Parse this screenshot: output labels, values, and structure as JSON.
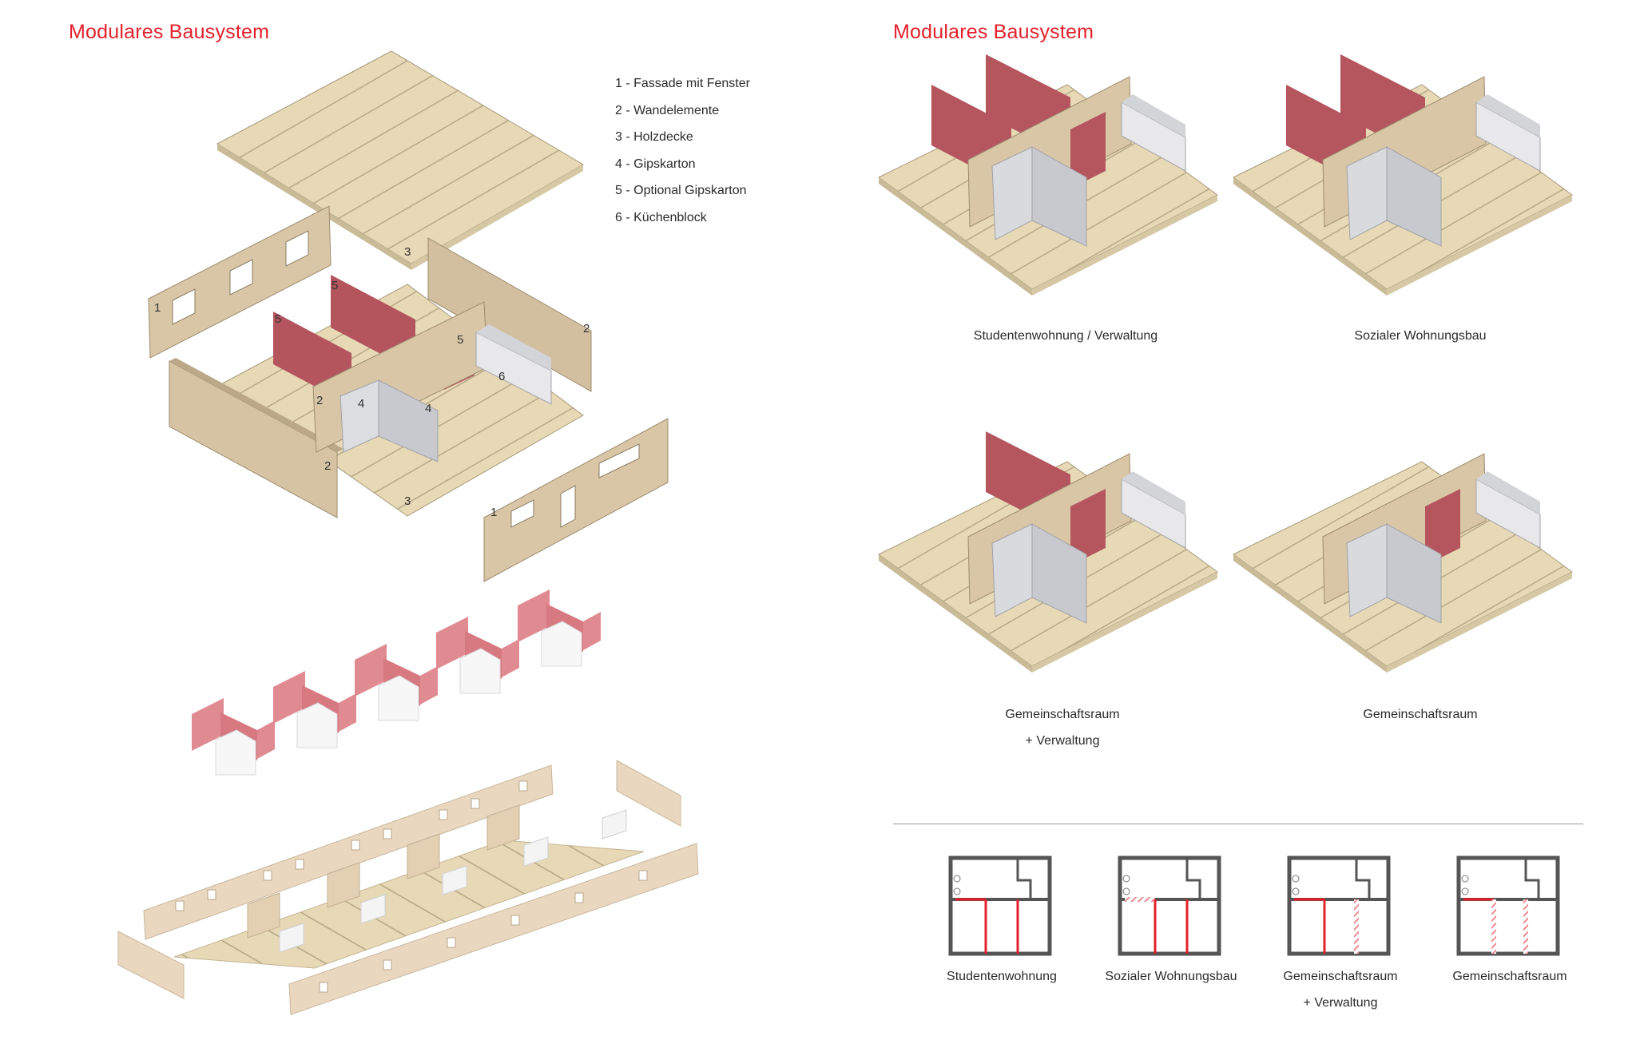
{
  "titles": {
    "left": "Modulares Bausystem",
    "right": "Modulares Bausystem"
  },
  "legend": [
    "1 - Fassade mit Fenster",
    "2 - Wandelemente",
    "3 - Holzdecke",
    "4 - Gipskarton",
    "5 - Optional Gipskarton",
    "6 - Küchenblock"
  ],
  "exploded_labels": [
    "3",
    "1",
    "5",
    "5",
    "2",
    "5",
    "6",
    "2",
    "4",
    "4",
    "2",
    "3",
    "1"
  ],
  "variants": [
    {
      "caption_line1": "Studentenwohnung / Verwaltung",
      "caption_line2": ""
    },
    {
      "caption_line1": "Sozialer Wohnungsbau",
      "caption_line2": ""
    },
    {
      "caption_line1": "Gemeinschaftsraum",
      "caption_line2": "+ Verwaltung"
    },
    {
      "caption_line1": "Gemeinschaftsraum",
      "caption_line2": ""
    }
  ],
  "plans": [
    {
      "caption_line1": "Studentenwohnung",
      "caption_line2": ""
    },
    {
      "caption_line1": "Sozialer Wohnungsbau",
      "caption_line2": ""
    },
    {
      "caption_line1": "Gemeinschaftsraum",
      "caption_line2": "+ Verwaltung"
    },
    {
      "caption_line1": "Gemeinschaftsraum",
      "caption_line2": ""
    }
  ],
  "colors": {
    "accent_red": "#e3202b",
    "wood": "#e6d8b4",
    "wood_dark": "#b7a887",
    "red_wall": "#b5555e",
    "gypsum": "#d9dade"
  }
}
